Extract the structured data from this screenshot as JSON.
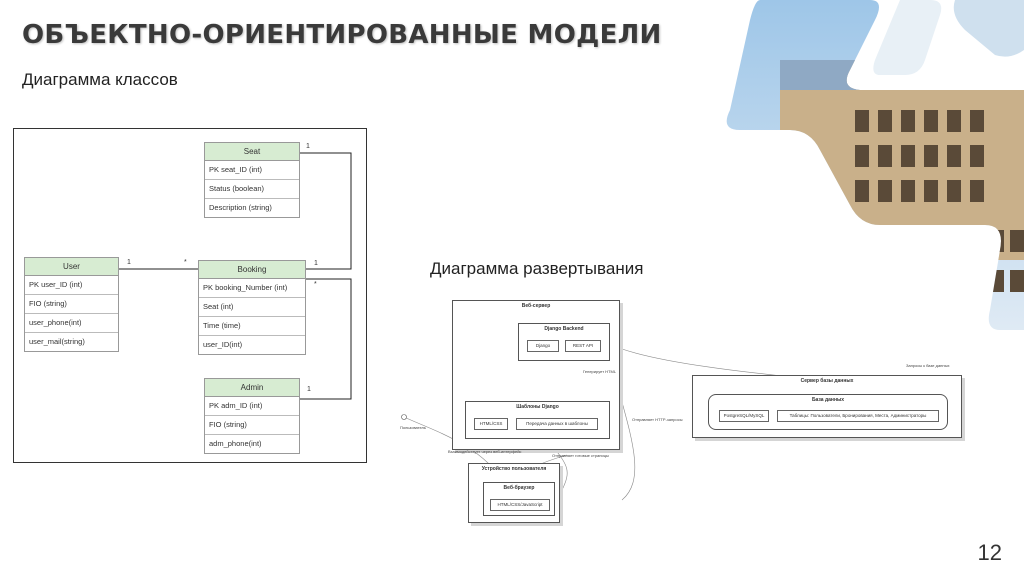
{
  "slide": {
    "title": "ОБЪЕКТНО-ОРИЕНТИРОВАННЫЕ МОДЕЛИ",
    "class_diagram_label": "Диаграмма классов",
    "deployment_diagram_label": "Диаграмма развертывания",
    "page_number": "12"
  },
  "class_diagram": {
    "seat": {
      "name": "Seat",
      "rows": [
        "PK    seat_ID (int)",
        "Status (boolean)",
        "Description (string)"
      ]
    },
    "user": {
      "name": "User",
      "rows": [
        "PK    user_ID (int)",
        "FIO (string)",
        "user_phone(int)",
        "user_mail(string)"
      ]
    },
    "booking": {
      "name": "Booking",
      "rows": [
        "PK    booking_Number (int)",
        "Seat (int)",
        "Time (time)",
        "user_ID(int)"
      ]
    },
    "admin": {
      "name": "Admin",
      "rows": [
        "PK    adm_ID (int)",
        "FIO (string)",
        "adm_phone(int)"
      ]
    },
    "multiplicities": {
      "seat_one": "1",
      "user_one": "1",
      "booking_many_left": "*",
      "booking_one": "1",
      "booking_many_right": "*",
      "admin_one": "1"
    }
  },
  "deployment": {
    "web_server": "Веб-сервер",
    "django_backend": "Django Backend",
    "django": "Django",
    "rest_api": "REST API",
    "templates": "Шаблоны Django",
    "html_css": "HTML/CSS",
    "template_data": "Передача данных в шаблоны",
    "generates_html": "Генерирует HTML",
    "db_server": "Сервер базы данных",
    "database": "База данных",
    "postgres": "PostgreSQL/MySQL",
    "tables": "Таблицы: Пользователи, Бронирования, Места, Администраторы",
    "queries": "Запросы к базе данных",
    "sends_http": "Отправляет HTTP-запросы",
    "user_actor": "Пользователь",
    "interacts": "Взаимодействует через веб-интерфейс",
    "sends_pages": "Отправляет готовые страницы",
    "user_device": "Устройство пользователя",
    "browser": "Веб-браузер",
    "html_css_js": "HTML/CSS/JavaScript"
  }
}
